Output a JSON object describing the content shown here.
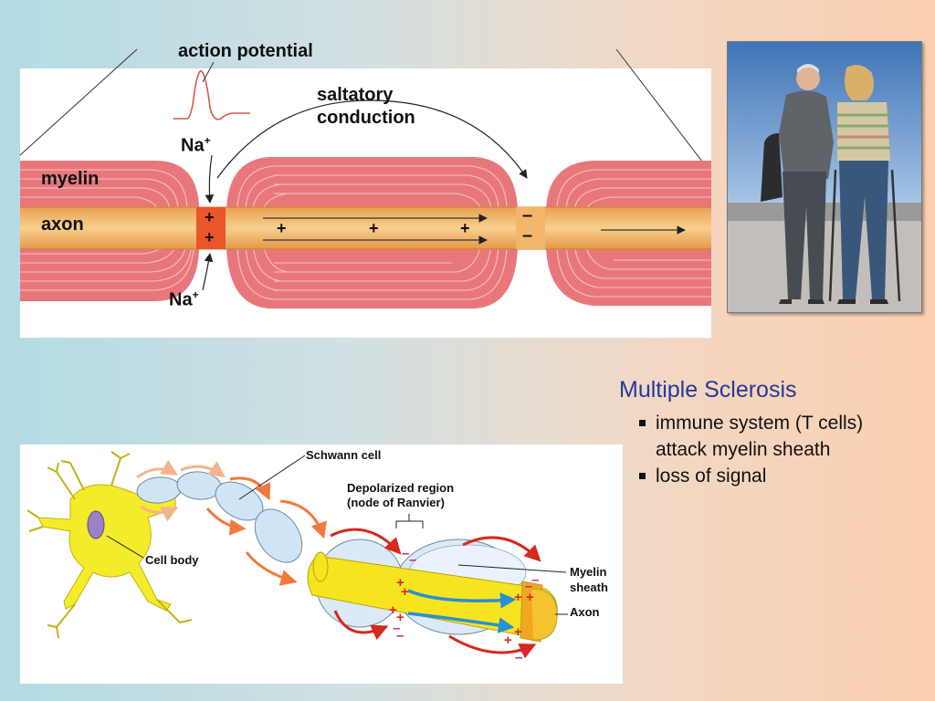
{
  "top_diagram": {
    "title": "action potential",
    "saltatory_line1": "saltatory",
    "saltatory_line2": "conduction",
    "na_top": "Na",
    "na_bottom": "Na",
    "superscript_plus": "+",
    "myelin": "myelin",
    "axon": "axon",
    "plus": "+",
    "minus": "–"
  },
  "photo": {
    "icon": "elderly-couple-walking-photo"
  },
  "side_text": {
    "title": "Multiple Sclerosis",
    "bullets": [
      {
        "line1": "immune system (T cells)",
        "line2": "attack myelin sheath"
      },
      {
        "line1": "loss of signal",
        "line2": ""
      }
    ]
  },
  "bottom_diagram": {
    "schwann_cell": "Schwann cell",
    "depolarized_line1": "Depolarized region",
    "depolarized_line2": "(node of Ranvier)",
    "cell_body": "Cell body",
    "myelin_sheath_line1": "Myelin",
    "myelin_sheath_line2": "sheath",
    "axon": "Axon",
    "plus": "+",
    "minus": "–"
  },
  "colors": {
    "myelin": "#e8777c",
    "axon": "#f2b66a",
    "node": "#e8562a",
    "title_blue": "#233a9a",
    "neuron_yellow": "#f4ec2a",
    "schwann_blue": "#cfe5f5",
    "arrow_red": "#d6281e",
    "arrow_orange": "#f07a3c",
    "flow_blue": "#2a8fd4"
  }
}
